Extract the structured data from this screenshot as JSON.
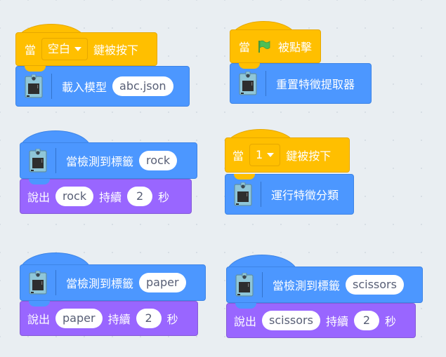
{
  "colors": {
    "events": "#ffbf00",
    "extension": "#4c97ff",
    "looks": "#9966ff",
    "background": "#e9eef2",
    "flag": "#4cbf56"
  },
  "scripts": [
    {
      "hat": {
        "prefix": "當",
        "key": "空白",
        "suffix": "鍵被按下"
      },
      "stack": [
        {
          "label": "載入模型",
          "arg": "abc.json",
          "icon": "device-icon"
        }
      ]
    },
    {
      "hat": {
        "prefix": "當",
        "icon": "green-flag-icon",
        "suffix": "被點擊"
      },
      "stack": [
        {
          "label": "重置特徵提取器",
          "icon": "device-icon"
        }
      ]
    },
    {
      "hat": {
        "label": "當檢測到標籤",
        "arg": "rock",
        "icon": "device-icon"
      },
      "stack": [
        {
          "say": "說出",
          "message": "rock",
          "for": "持續",
          "secs": "2",
          "unit": "秒"
        }
      ]
    },
    {
      "hat": {
        "prefix": "當",
        "key": "1",
        "suffix": "鍵被按下"
      },
      "stack": [
        {
          "label": "運行特徵分類",
          "icon": "device-icon"
        }
      ]
    },
    {
      "hat": {
        "label": "當檢測到標籤",
        "arg": "paper",
        "icon": "device-icon"
      },
      "stack": [
        {
          "say": "說出",
          "message": "paper",
          "for": "持續",
          "secs": "2",
          "unit": "秒"
        }
      ]
    },
    {
      "hat": {
        "label": "當檢測到標籤",
        "arg": "scissors",
        "icon": "device-icon"
      },
      "stack": [
        {
          "say": "說出",
          "message": "scissors",
          "for": "持續",
          "secs": "2",
          "unit": "秒"
        }
      ]
    }
  ]
}
